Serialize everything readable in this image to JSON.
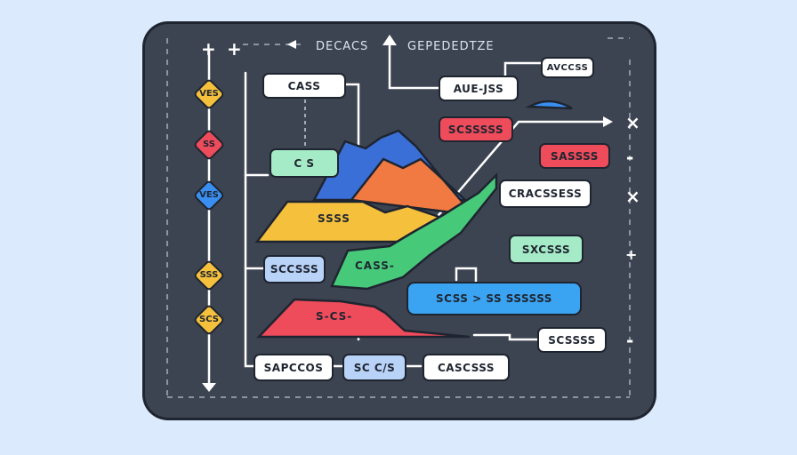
{
  "header": {
    "left": "DECACS",
    "right": "GEPEDEDTZE"
  },
  "diamonds": [
    {
      "label": "VES",
      "color": "#f5c13d"
    },
    {
      "label": "SS",
      "color": "#ee4b5b"
    },
    {
      "label": "VES",
      "color": "#3a8eef"
    },
    {
      "label": "SSS",
      "color": "#f5c13d"
    },
    {
      "label": "SCS",
      "color": "#f5c13d"
    }
  ],
  "boxes": {
    "cass": "CASS",
    "cs": "C S",
    "sccsss": "SCCSSS",
    "sapccos": "SAPCCOS",
    "sc_cs": "SC C/S",
    "cascsss": "CASCSSS",
    "avccss": "AVCCSS",
    "aue_jss": "AUE-JSS",
    "scsssss": "SCSSSSS",
    "sassss": "SASSSS",
    "cracssess": "CRACSSESS",
    "sxcsss": "SXCSSS",
    "scss_ss": "SCSS > SS SSSSSS",
    "scssss": "SCSSSS"
  },
  "areas": {
    "yellow_label": "SSSS",
    "green_label": "CASS-",
    "red_label": "S-CS-"
  },
  "symbols": {
    "top_plus": "+",
    "x1": "×",
    "x2": "×",
    "plus_right": "+",
    "minus1": "-",
    "minus2": "-"
  }
}
